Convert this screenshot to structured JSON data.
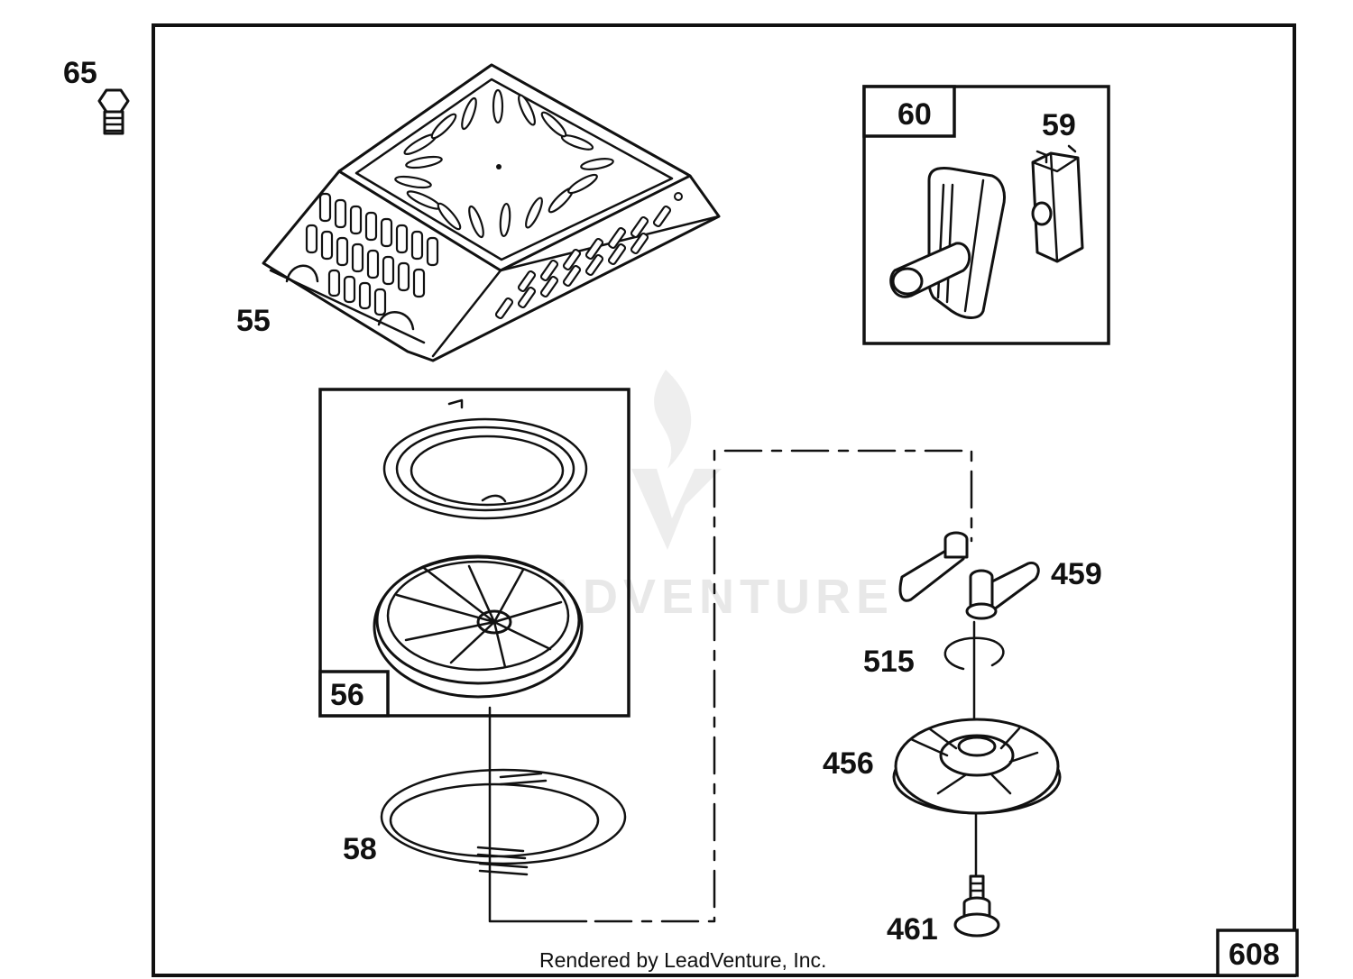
{
  "diagram": {
    "credit": "Rendered by LeadVenture, Inc.",
    "watermark": "LEADVENTURE",
    "diagram_number": "608",
    "parts": {
      "p65": "65",
      "p55": "55",
      "p60": "60",
      "p59": "59",
      "p56": "56",
      "p58": "58",
      "p459": "459",
      "p515": "515",
      "p456": "456",
      "p461": "461"
    }
  }
}
